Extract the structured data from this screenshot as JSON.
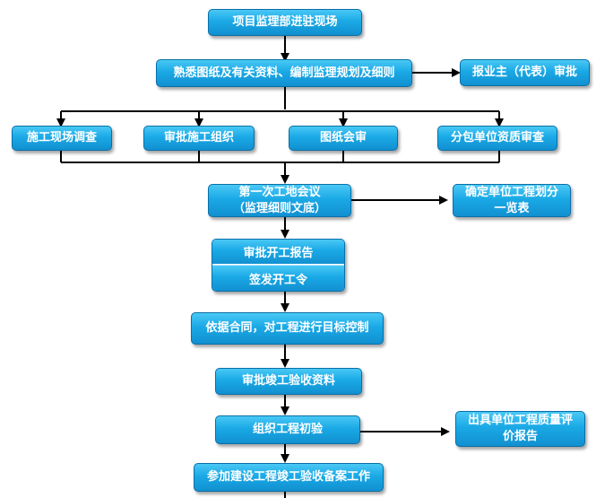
{
  "diagram": {
    "nodes": {
      "n1": "项目监理部进驻现场",
      "n2": "熟悉图纸及有关资料、编制监理规划及细则",
      "n3": "报业主（代表）审批",
      "n4": "施工现场调查",
      "n5": "审批施工组织",
      "n6": "图纸会审",
      "n7": "分包单位资质审查",
      "n8": [
        "第一次工地会议",
        "（监理细则文底）"
      ],
      "n9": [
        "确定单位工程划分",
        "一览表"
      ],
      "n10": [
        "审批开工报告",
        "签发开工令"
      ],
      "n11": "依据合同，对工程进行目标控制",
      "n12": "审批竣工验收资料",
      "n13": "组织工程初验",
      "n14": [
        "出具单位工程质量评",
        "价报告"
      ],
      "n15": "参加建设工程竣工验收备案工作"
    }
  }
}
